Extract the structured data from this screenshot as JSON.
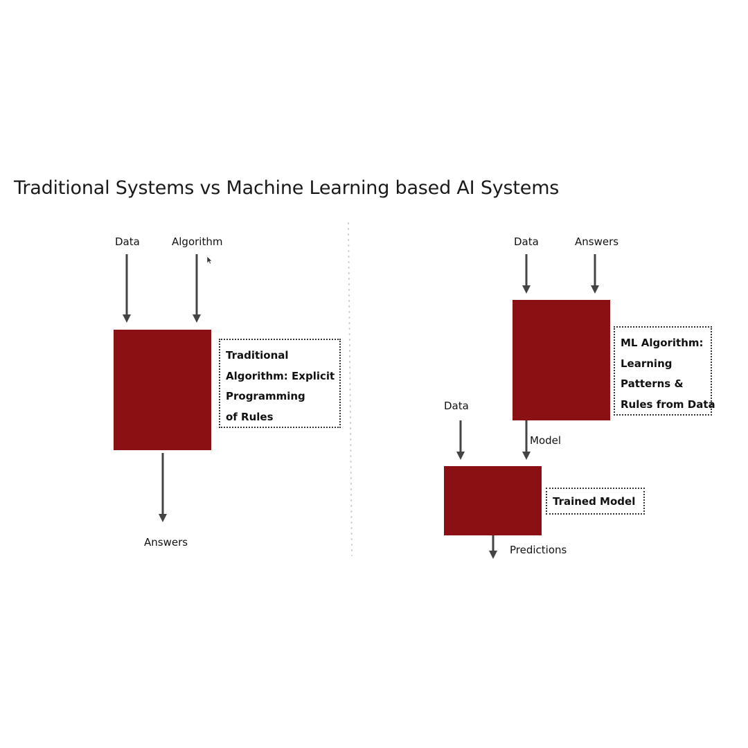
{
  "title": "Traditional Systems vs Machine Learning based AI Systems",
  "colors": {
    "box": "#8b1014",
    "arrow": "#444444",
    "divider": "#cccccc"
  },
  "traditional": {
    "inputs": [
      "Data",
      "Algorithm"
    ],
    "output": "Answers",
    "note": [
      "Traditional",
      "Algorithm: Explicit",
      "Programming",
      "of Rules"
    ]
  },
  "ml": {
    "inputs": [
      "Data",
      "Answers"
    ],
    "model_label": "Model",
    "note": [
      "ML Algorithm:",
      "Learning",
      "Patterns &",
      "Rules from Data"
    ],
    "inference_input": "Data",
    "inference_note": "Trained Model",
    "inference_output": "Predictions"
  },
  "icons": [
    "mouse-cursor-icon"
  ]
}
